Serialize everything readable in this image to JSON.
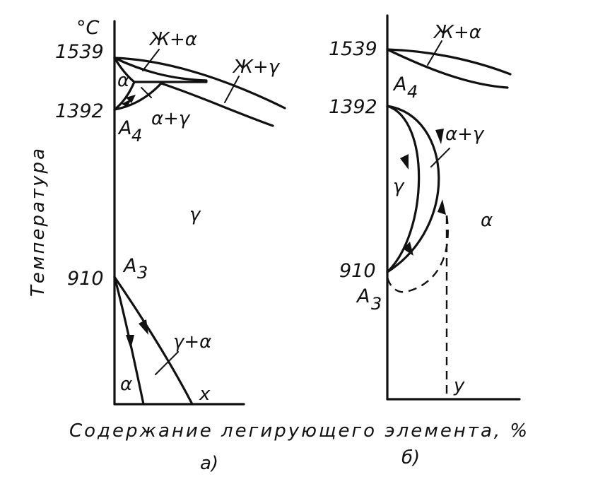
{
  "unit": "°C",
  "y_axis_title": "Температура",
  "x_axis_title": "Содержание легирующего элемента, %",
  "diagram_a": {
    "caption": "а)",
    "temperatures": {
      "t1539": "1539",
      "t1392": "1392",
      "t910": "910"
    },
    "points": {
      "a4": "A",
      "a4_sub": "4",
      "a3": "A",
      "a3_sub": "3"
    },
    "regions": {
      "liquid_alpha": "Ж+α",
      "liquid_gamma": "Ж+γ",
      "alpha_top": "α",
      "alpha_gamma_top": "α+γ",
      "gamma": "γ",
      "gamma_alpha": "γ+α",
      "alpha_bottom": "α",
      "x_point": "x"
    }
  },
  "diagram_b": {
    "caption": "б)",
    "temperatures": {
      "t1539": "1539",
      "t1392": "1392",
      "t910": "910"
    },
    "points": {
      "a4": "A",
      "a4_sub": "4",
      "a3": "A",
      "a3_sub": "3"
    },
    "regions": {
      "liquid_alpha": "Ж+α",
      "alpha_gamma": "α+γ",
      "gamma": "γ",
      "alpha": "α",
      "y_point": "y"
    }
  }
}
